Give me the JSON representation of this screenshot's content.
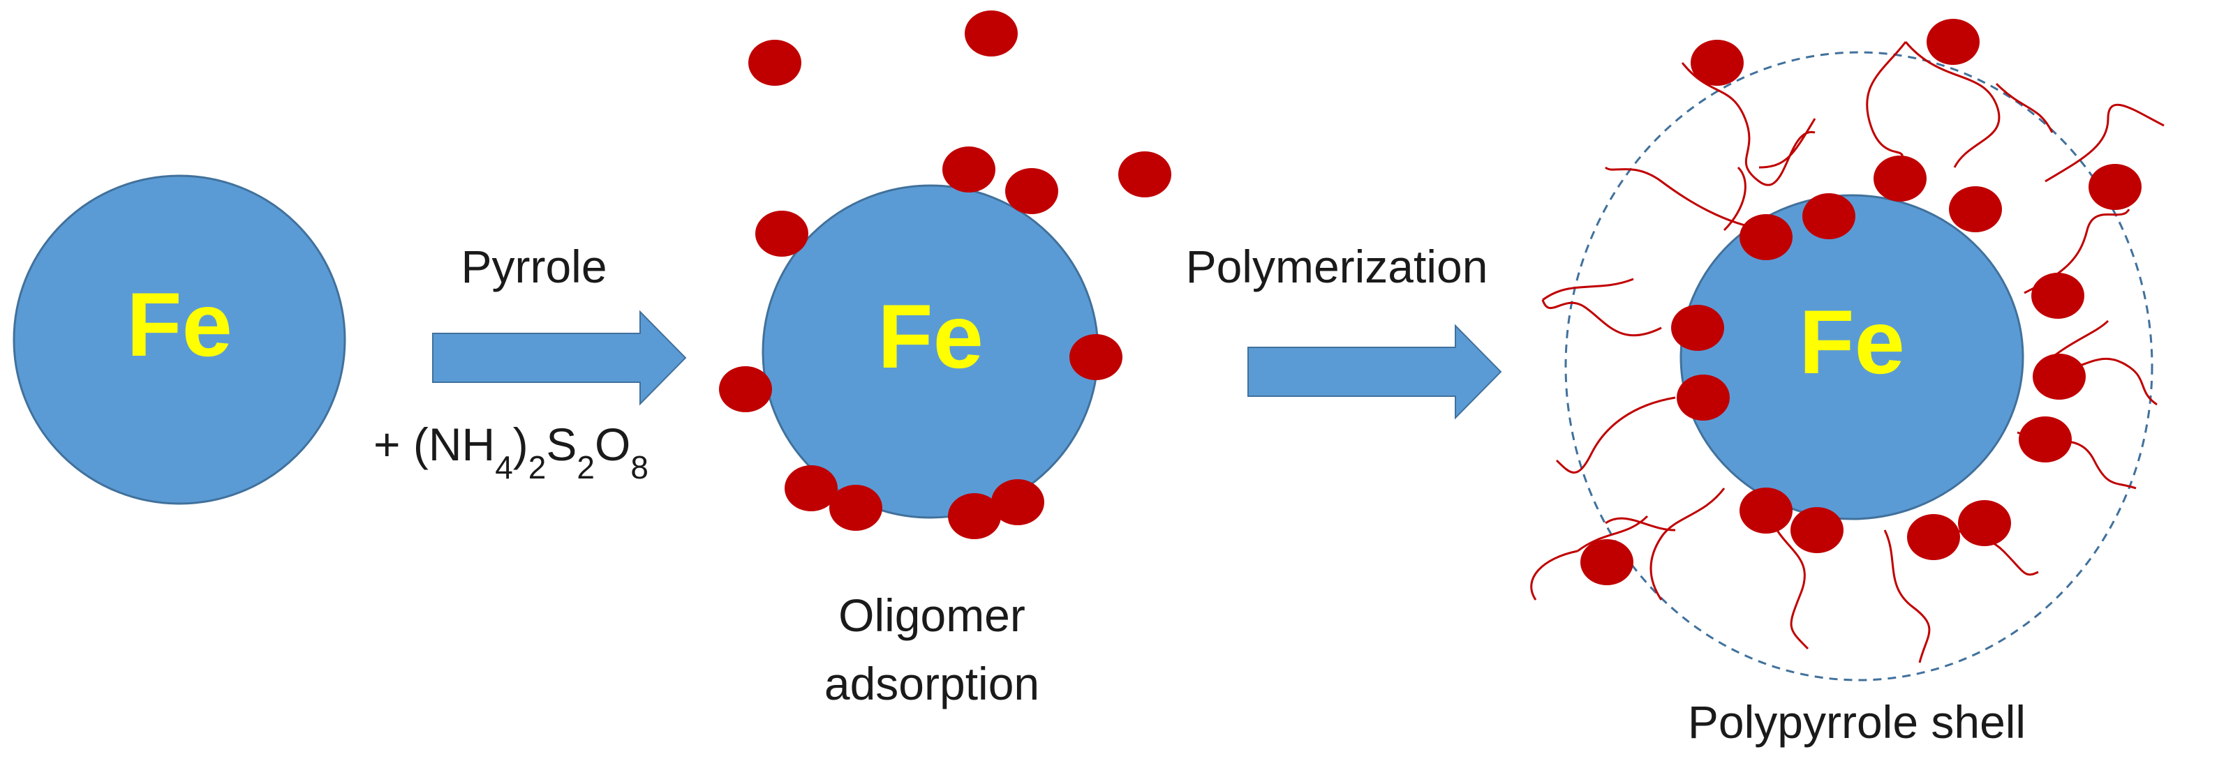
{
  "core_label": "Fe",
  "step1": {
    "reagent_top": "Pyrrole",
    "reagent_bottom": {
      "prefix": "+ (NH",
      "sub1": "4",
      "mid1": ")",
      "sub2": "2",
      "mid2": "S",
      "sub3": "2",
      "mid3": "O",
      "sub4": "8"
    }
  },
  "step2": {
    "label": "Polymerization"
  },
  "stage2_caption": {
    "line1": "Oligomer",
    "line2": "adsorption"
  },
  "stage3_caption": "Polypyrrole shell",
  "colors": {
    "core": "#5b9bd5",
    "core_outline": "#41719c",
    "core_text": "#ffff00",
    "oligomer": "#c00000",
    "polymer_chain": "#c00000",
    "arrow": "#5b9bd5",
    "shell_outline": "#41719c"
  }
}
